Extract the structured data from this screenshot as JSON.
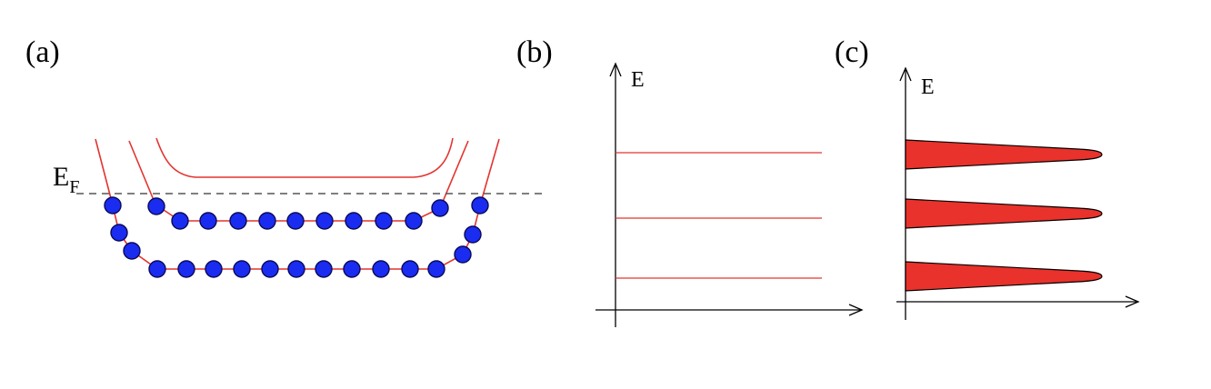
{
  "panels": {
    "a": {
      "label": "(a)",
      "fermi_label": "E",
      "fermi_subscript": "F"
    },
    "b": {
      "label": "(b)",
      "axis_label": "E",
      "discrete_levels": 3
    },
    "c": {
      "label": "(c)",
      "axis_label": "E",
      "broadened_levels": 3
    }
  },
  "colors": {
    "level_line": "#e3342f",
    "peak_fill": "#e8322b",
    "atom_fill": "#1a2cf0",
    "atom_stroke": "#0a0a5a",
    "fermi_line": "#555555",
    "axis": "#000000"
  }
}
